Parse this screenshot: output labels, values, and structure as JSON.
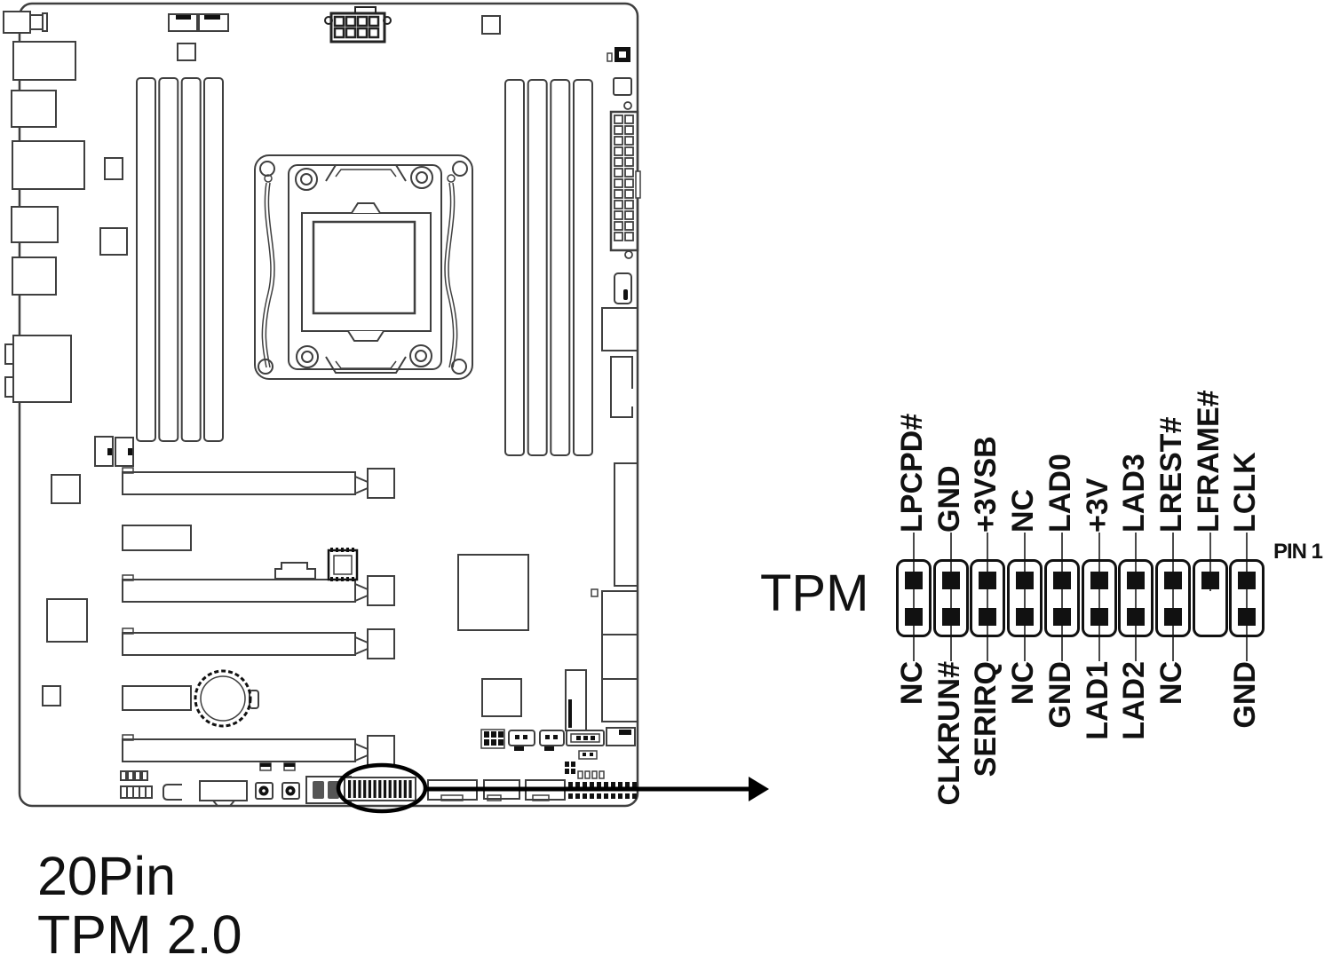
{
  "colors": {
    "line": "#3f3f3f",
    "dark": "#111111",
    "black": "#000000",
    "bg": "#ffffff"
  },
  "caption": {
    "line1": "20Pin",
    "line2": "TPM 2.0"
  },
  "pinout": {
    "connector_label": "TPM",
    "pin1_label": "PIN 1",
    "columns": [
      {
        "top": "LPCPD#",
        "bottom": "NC"
      },
      {
        "top": "GND",
        "bottom": "CLKRUN#"
      },
      {
        "top": "+3VSB",
        "bottom": "SERIRQ"
      },
      {
        "top": "NC",
        "bottom": "NC"
      },
      {
        "top": "LAD0",
        "bottom": "GND"
      },
      {
        "top": "+3V",
        "bottom": "LAD1"
      },
      {
        "top": "LAD3",
        "bottom": "LAD2"
      },
      {
        "top": "LREST#",
        "bottom": "NC"
      },
      {
        "top": "LFRAME#",
        "bottom": null,
        "key_pin_missing": true
      },
      {
        "top": "LCLK",
        "bottom": "GND"
      }
    ]
  },
  "diagram": {
    "subject": "motherboard-top-view",
    "highlight": "tpm-header-ellipse",
    "callout": "arrow-to-pinout"
  }
}
